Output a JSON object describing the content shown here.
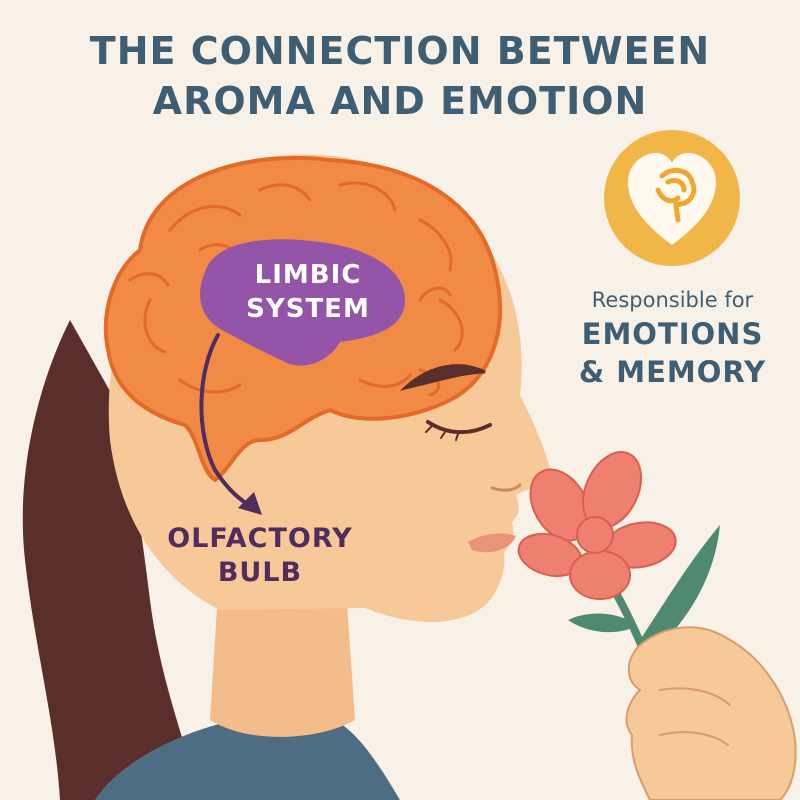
{
  "title": {
    "line1": "THE CONNECTION BETWEEN",
    "line2": "AROMA AND EMOTION"
  },
  "brain": {
    "limbic_label_line1": "LIMBIC",
    "limbic_label_line2": "SYSTEM",
    "olfactory_label_line1": "OLFACTORY",
    "olfactory_label_line2": "BULB"
  },
  "info": {
    "icon": "heart-brain-icon",
    "intro": "Responsible for",
    "line1": "EMOTIONS",
    "line2": "& MEMORY"
  },
  "colors": {
    "background": "#f8f1e8",
    "title": "#3e5f73",
    "brain": "#f08a45",
    "limbic": "#9455a8",
    "icon_circle": "#f2b548",
    "skin": "#f7c898",
    "hair": "#5a2f2b",
    "shirt": "#4f6d82",
    "flower": "#ef7f70",
    "stem": "#4f8a70"
  }
}
